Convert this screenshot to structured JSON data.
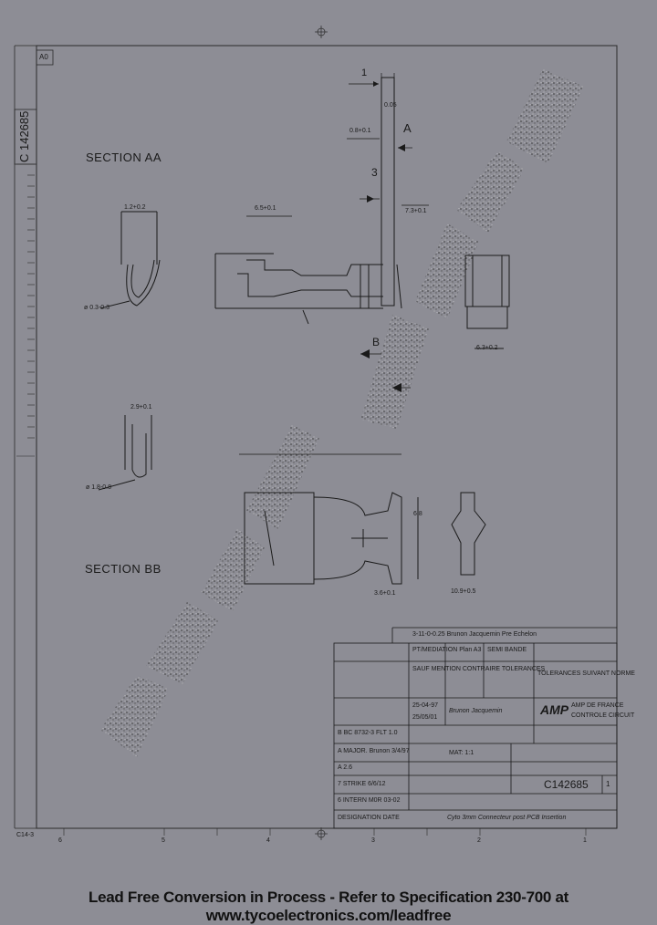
{
  "drawing": {
    "doc_number_vertical": "C 142685",
    "rev_box": "A0",
    "section_aa": "SECTION AA",
    "section_bb": "SECTION BB",
    "label_a": "A",
    "label_b": "B",
    "label_1": "1",
    "label_3": "3",
    "dim_top": "0.05",
    "dim_width": "0.8+0.1",
    "dim_left": "6.5+0.1",
    "dim_a": "1.2+0.2",
    "dim_radius_1": "ø 0.3-0.3",
    "dim_radius_2": "ø 1.8-0.8",
    "dim_b": "2.9+0.1",
    "dim_c": "7.3+0.1",
    "dim_right": "6.3+0.2",
    "dim_bottom_1": "3.6+0.1",
    "dim_bottom_2": "10.9+0.5",
    "dim_vertical": "6.8",
    "scale_bottom": [
      "6",
      "5",
      "4",
      "3",
      "2",
      "1"
    ],
    "corner_code": "C14-3"
  },
  "title_block": {
    "row1": "3-11-0-0.25 Brunon Jacquemin  Pre Echelon",
    "row2": "PT/MEDIATION  Plan A3",
    "row2_right": "SEMI BANDE",
    "row3_left": "SAUF MENTION CONTRAIRE TOLERANCES",
    "row3_right": "TOLERANCES SUIVANT NORME",
    "row4_date1": "25-04-97",
    "row4_date2": "25/05/01",
    "row4_sig": "Brunon Jacquemin",
    "company_logo": "AMP",
    "company": "AMP DE FRANCE",
    "company_sub": "CONTROLE CIRCUIT",
    "rev_rows": [
      "B  BC 8732-3  FLT 1.0",
      "A  MAJOR. Brunon 3/4/97",
      "A  2.6",
      "7  STRIKE 6/6/12",
      "6  INTERN  M0R  03-02"
    ],
    "scale_label": "MAT: 1:1",
    "doc_label": "C142685",
    "sheet_label": "1",
    "bottom_desc": "Cyto 3mm Connecteur post PCB Insertion",
    "bottom_left": "DESIGNATION  DATE"
  },
  "footer": {
    "text": "Lead Free Conversion in Process - Refer to Specification 230-700 at  www.tycoelectronics.com/leadfree"
  }
}
